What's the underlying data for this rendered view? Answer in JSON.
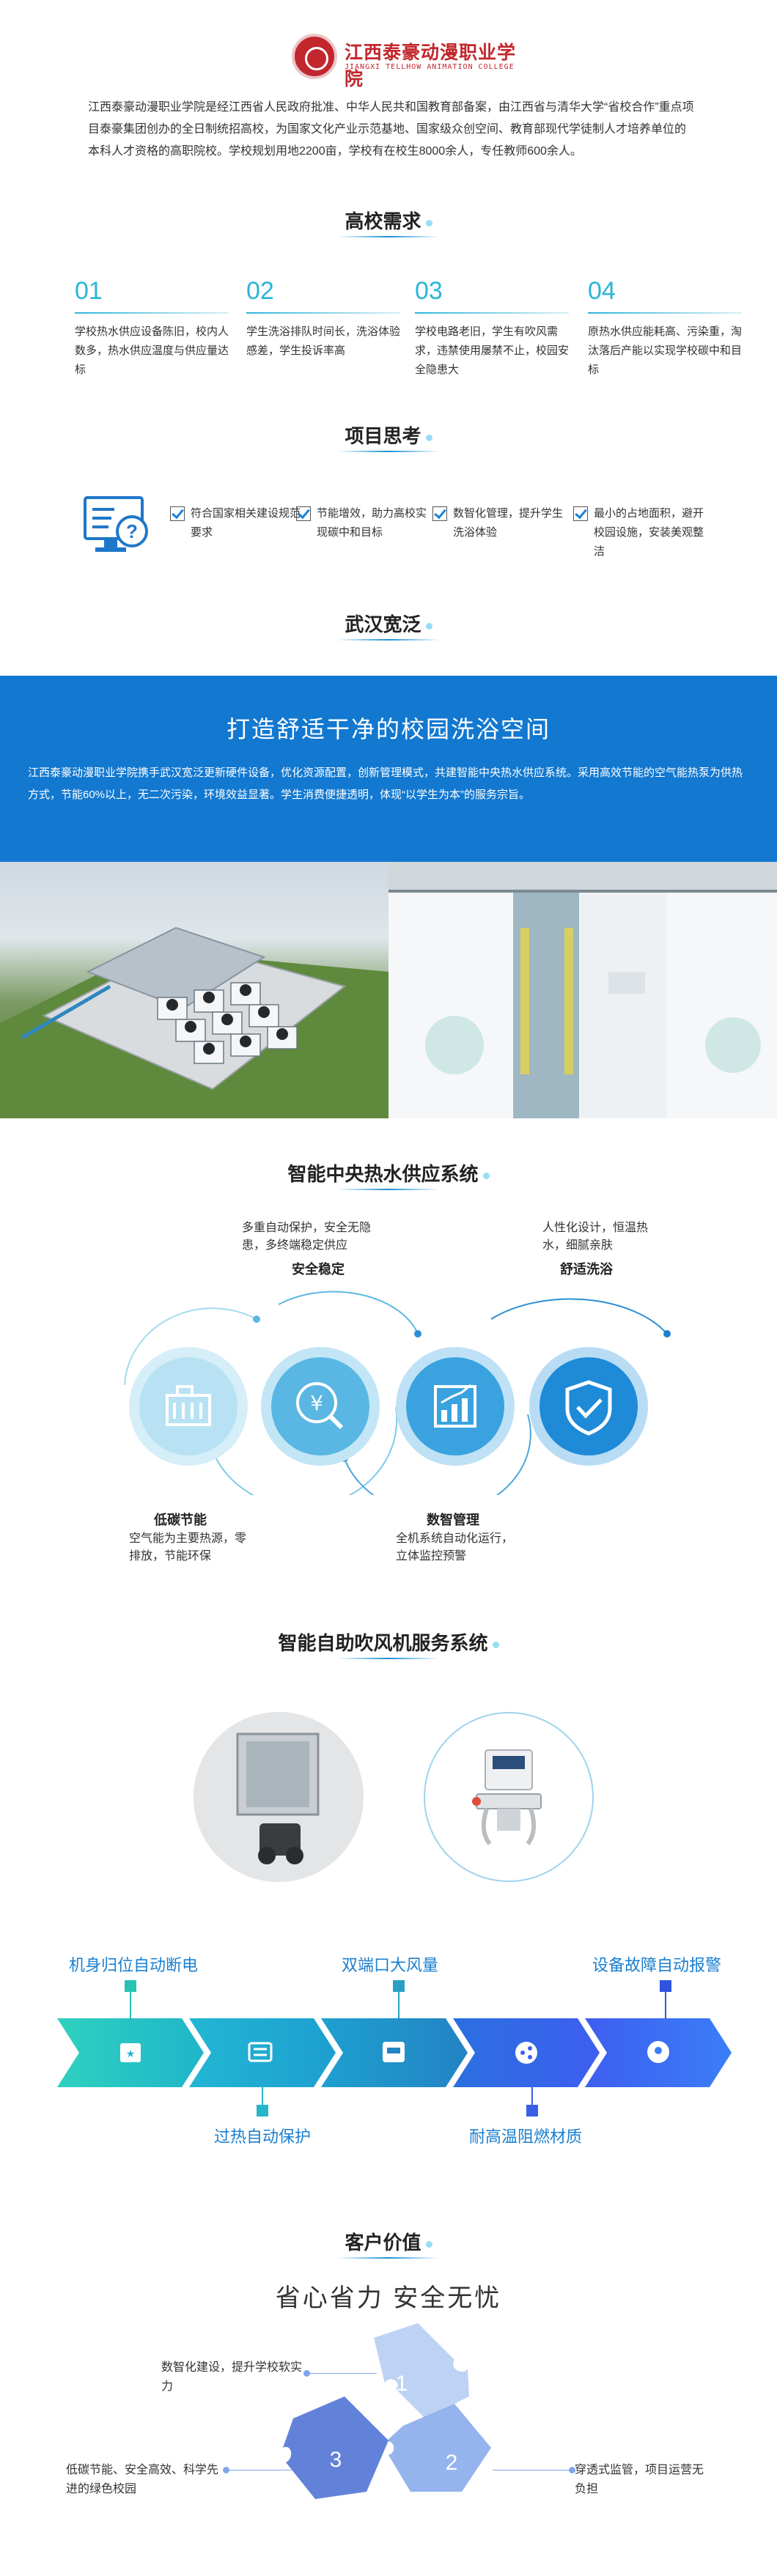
{
  "header": {
    "school_cn": "江西泰豪动漫职业学院",
    "school_en": "JIANGXI TELLHOW ANIMATION COLLEGE",
    "intro": "江西泰豪动漫职业学院是经江西省人民政府批准、中华人民共和国教育部备案，由江西省与清华大学“省校合作”重点项目泰豪集团创办的全日制统招高校，为国家文化产业示范基地、国家级众创空间、教育部现代学徒制人才培养单位的本科人才资格的高职院校。学校规划用地2200亩，学校有在校生8000余人，专任教师600余人。"
  },
  "needs": {
    "title": "高校需求",
    "items": [
      {
        "num": "01",
        "text": "学校热水供应设备陈旧，校内人数多，热水供应温度与供应量达标"
      },
      {
        "num": "02",
        "text": "学生洗浴排队时间长，洗浴体验感差，学生投诉率高"
      },
      {
        "num": "03",
        "text": "学校电路老旧，学生有吹风需求，违禁使用屡禁不止，校园安全隐患大"
      },
      {
        "num": "04",
        "text": "原热水供应能耗高、污染重，淘汰落后产能以实现学校碳中和目标"
      }
    ]
  },
  "thinking": {
    "title": "项目思考",
    "icon": "monitor-question-icon",
    "items": [
      "符合国家相关建设规范要求",
      "节能增效，助力高校实现碳中和目标",
      "数智化管理，提升学生洗浴体验",
      "最小的占地面积，避开校园设施，安装美观整洁"
    ]
  },
  "wuhan": {
    "title": "武汉宽泛",
    "band_title": "打造舒适干净的校园洗浴空间",
    "band_text": "江西泰豪动漫职业学院携手武汉宽泛更新硬件设备，优化资源配置，创新管理模式，共建智能中央热水供应系统。采用高效节能的空气能热泵为供热方式，节能60%以上，无二次污染，环境效益显著。学生消费便捷透明，体现“以学生为本”的服务宗旨。",
    "colors": {
      "band": "#1278d0"
    }
  },
  "hot_water": {
    "title": "智能中央热水供应系统",
    "features": [
      {
        "name": "低碳节能",
        "desc": "空气能为主要热源，零排放，节能环保",
        "icon": "building-icon"
      },
      {
        "name": "安全稳定",
        "desc": "多重自动保护，安全无隐患，多终端稳定供应",
        "icon": "yuan-search-icon"
      },
      {
        "name": "数智管理",
        "desc": "全机系统自动化运行，立体监控预警",
        "icon": "bar-chart-icon"
      },
      {
        "name": "舒适洗浴",
        "desc": "人性化设计，恒温热水，细腻亲肤",
        "icon": "shield-check-icon"
      }
    ]
  },
  "blower": {
    "title": "智能自助吹风机服务系统",
    "top_features": [
      "机身归位自动断电",
      "双端口大风量",
      "设备故障自动报警"
    ],
    "bottom_features": [
      "过热自动保护",
      "耐高温阻燃材质"
    ],
    "step_icons": [
      "star-screen-icon",
      "list-card-icon",
      "tray-icon",
      "share-node-icon",
      "head-gear-icon"
    ]
  },
  "value": {
    "title": "客户价值",
    "subtitle": "省心省力  安全无忧",
    "items": [
      {
        "num": "1",
        "text": "数智化建设，提升学校软实力"
      },
      {
        "num": "2",
        "text": "穿透式监管，项目运营无负担"
      },
      {
        "num": "3",
        "text": "低碳节能、安全高效、科学先进的绿色校园"
      }
    ]
  }
}
